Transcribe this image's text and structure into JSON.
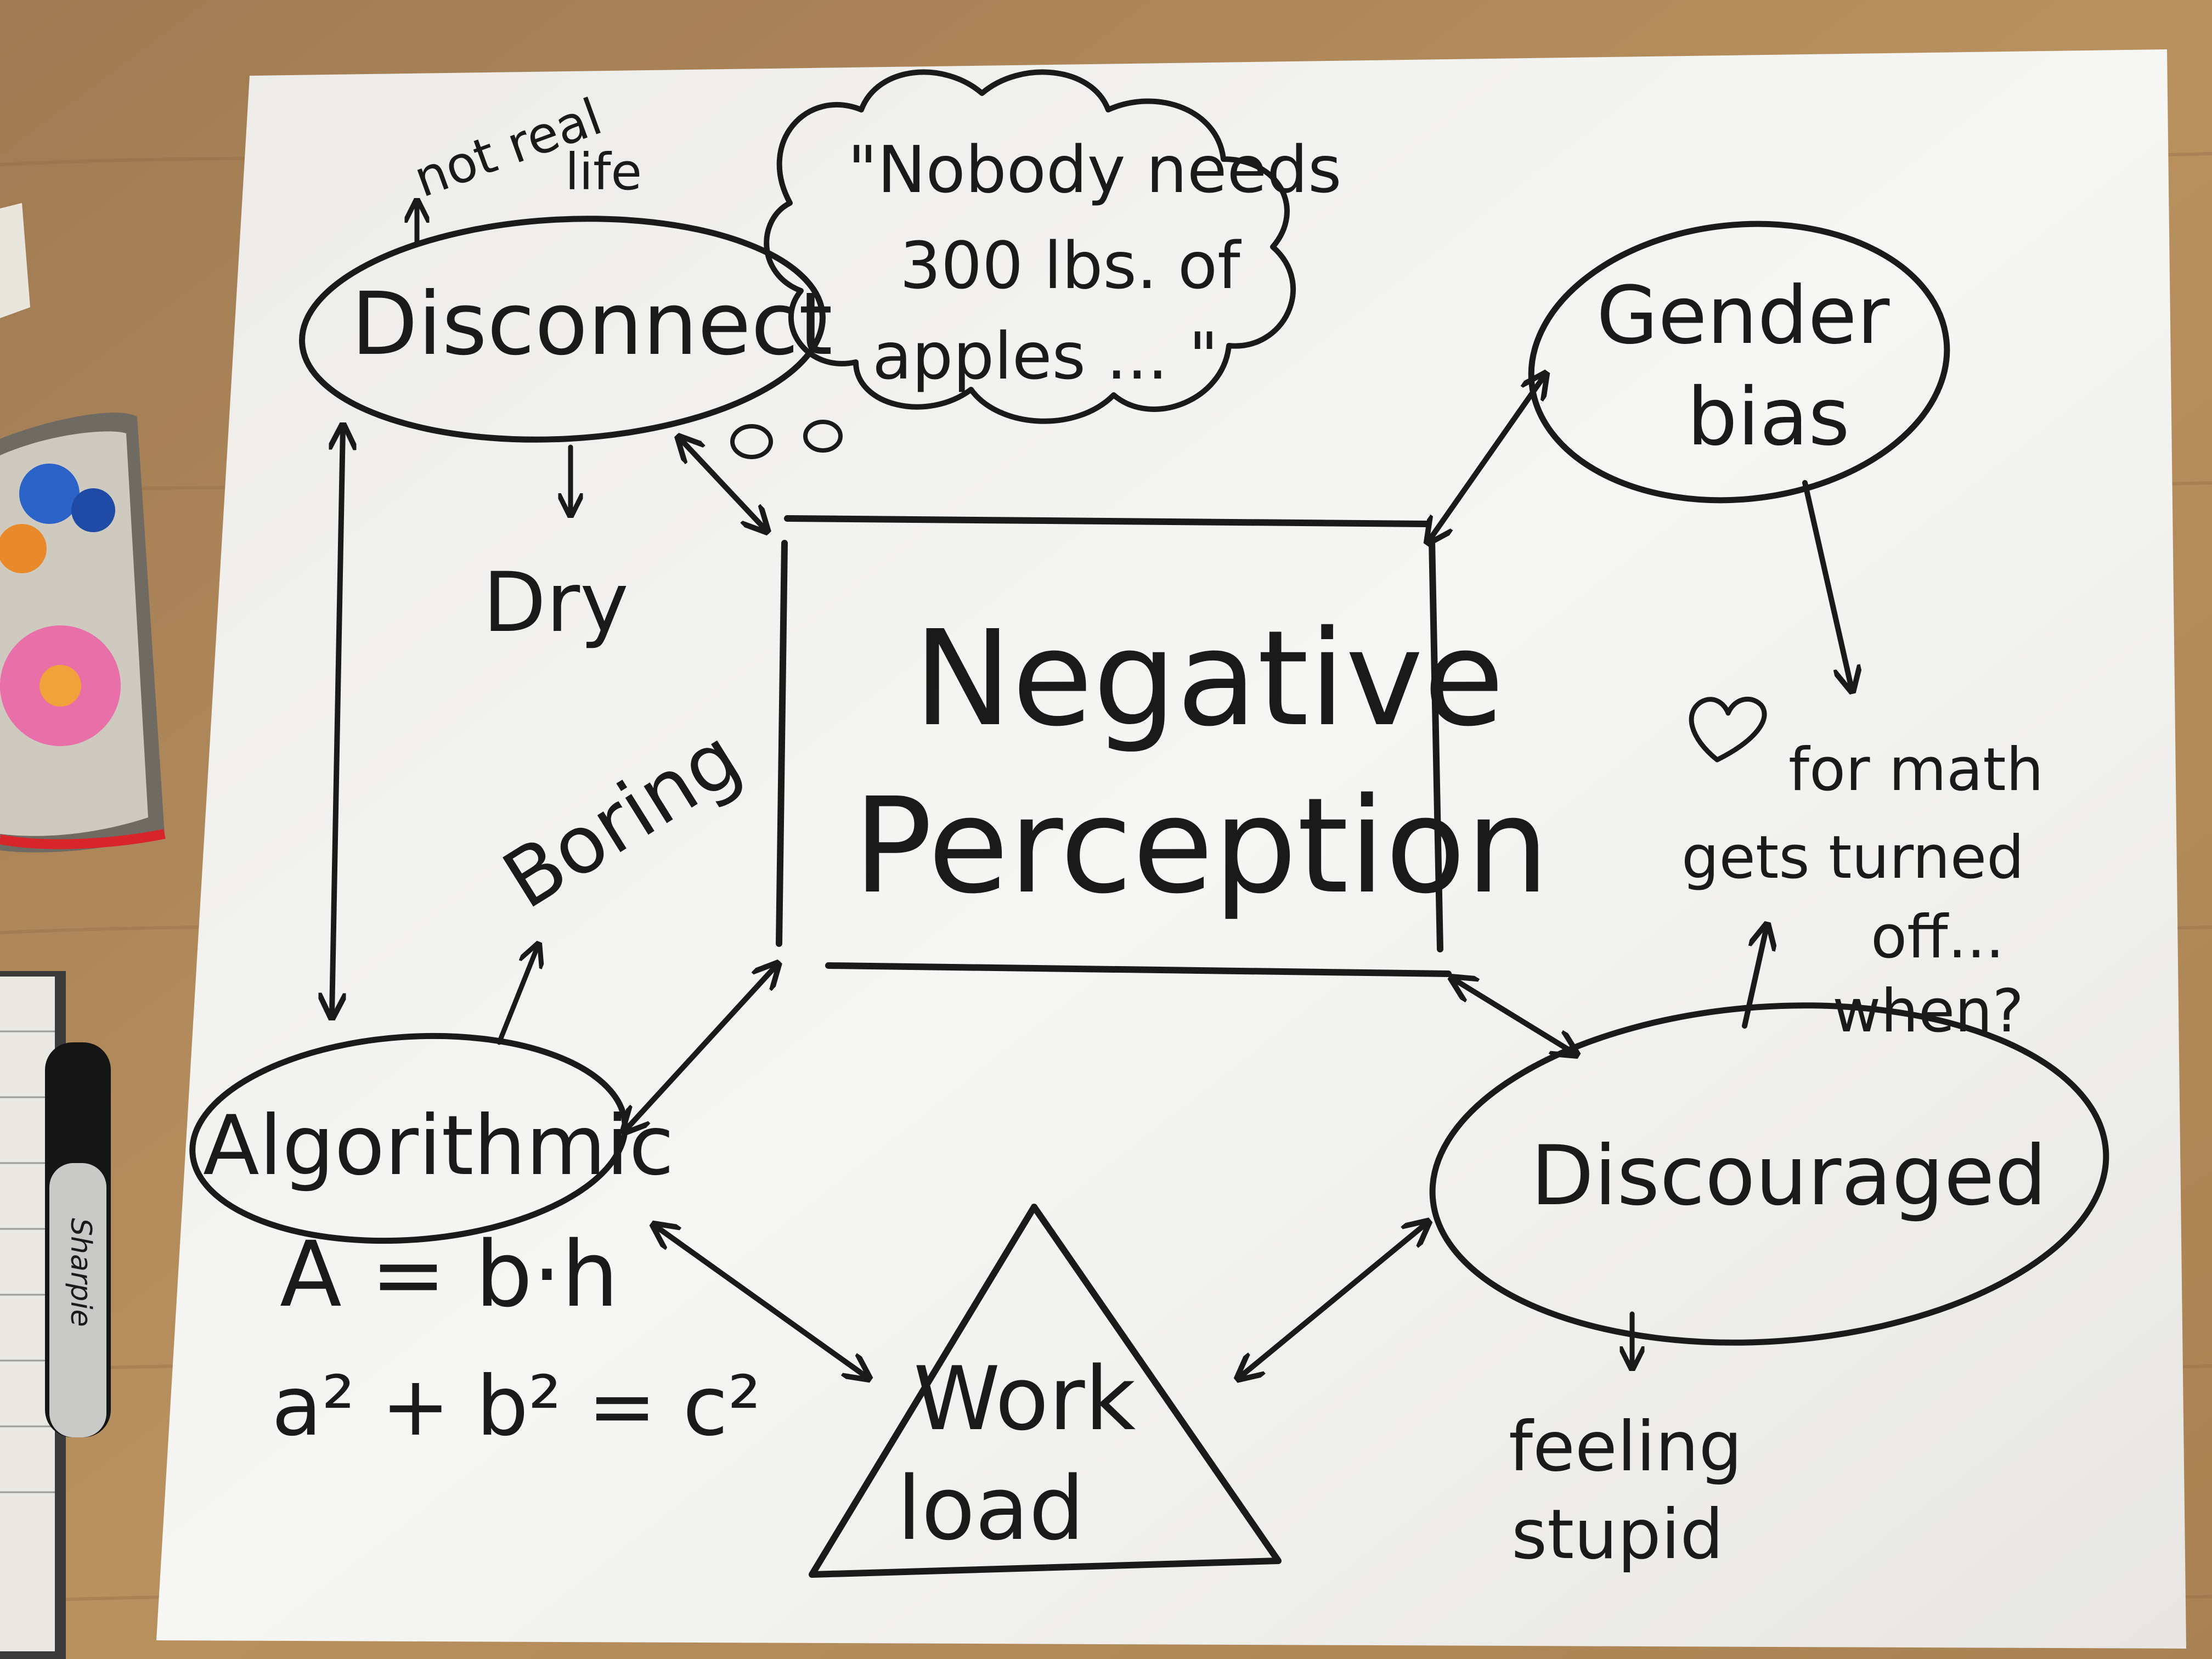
{
  "diagram": {
    "center": {
      "line1": "Negative",
      "line2": "Perception"
    },
    "disconnect": {
      "label": "Disconnect",
      "note_line1": "not real",
      "note_line2": "life",
      "sub_dry": "Dry",
      "sub_boring": "Boring"
    },
    "quote": {
      "line1": "\"Nobody needs",
      "line2": "300 lbs. of",
      "line3": "apples ... \""
    },
    "gender_bias": {
      "line1": "Gender",
      "line2": "bias"
    },
    "love_note": {
      "line1": "for math",
      "line2": "gets turned",
      "line3": "off...",
      "line4": "when?"
    },
    "algorithmic": {
      "label": "Algorithmic",
      "formula1": "A = b·h",
      "formula2": "a² + b² = c²"
    },
    "discouraged": {
      "label": "Discouraged",
      "sub": "feeling",
      "sub2": "stupid"
    },
    "workload": {
      "line1": "Work",
      "line2": "load"
    }
  },
  "props": {
    "marker_brand": "Sharpie"
  },
  "colors": {
    "desk": "#b58d62",
    "paper": "#f4f4f2",
    "ink": "#1a1a1a",
    "pouch_blue": "#2b63c9",
    "pouch_pink": "#e86fa8",
    "pouch_zip": "#d8252a"
  }
}
